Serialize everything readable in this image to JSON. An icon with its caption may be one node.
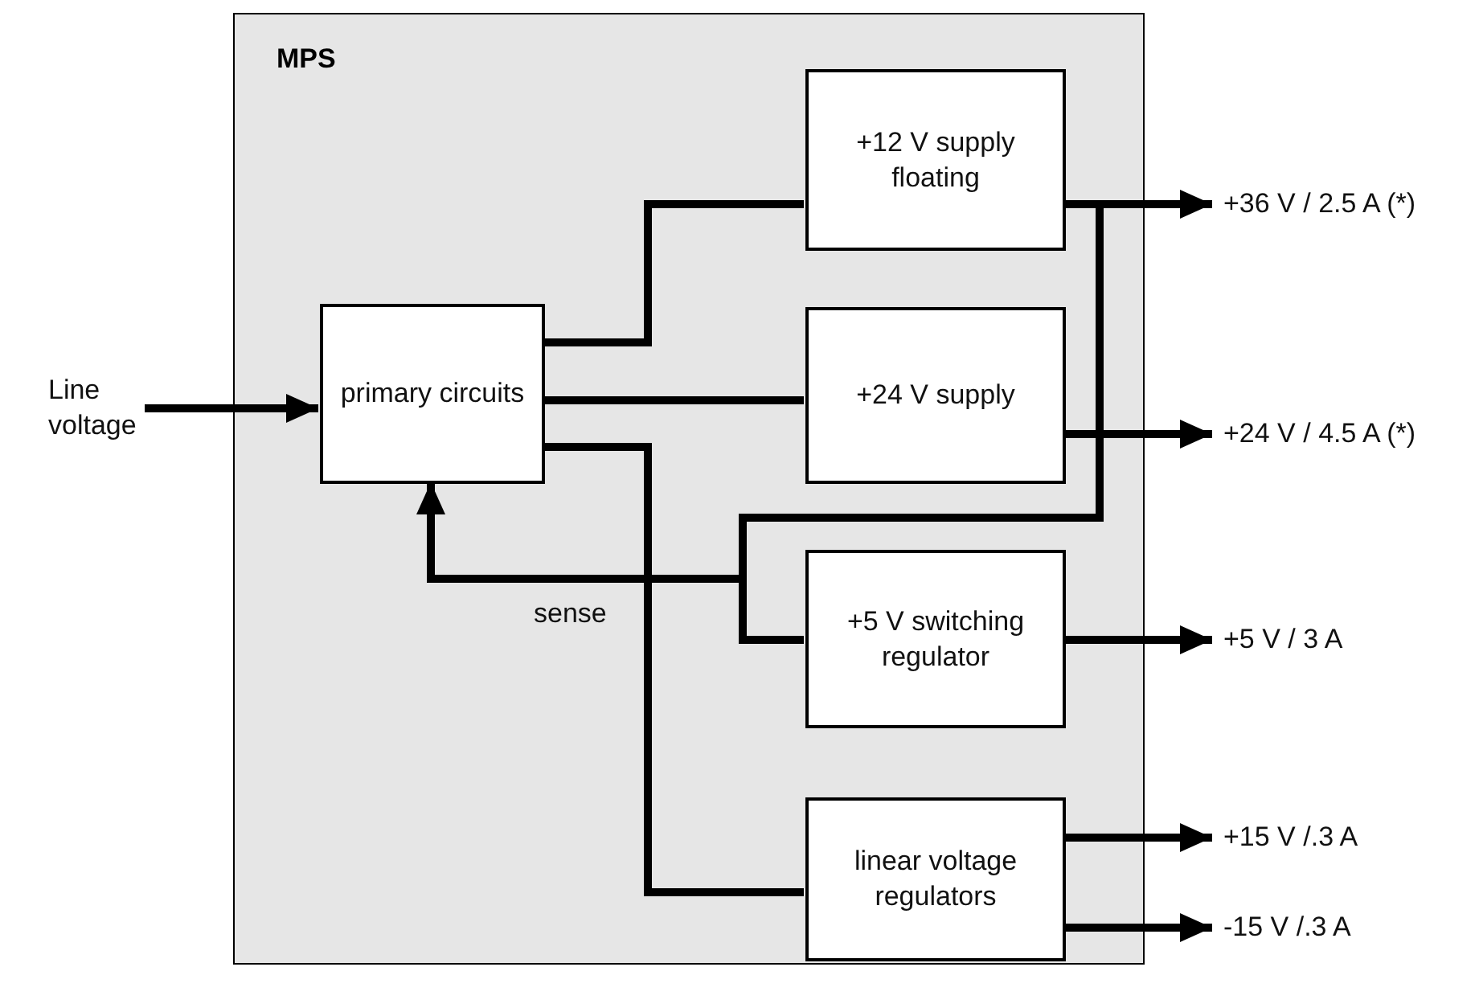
{
  "diagram": {
    "nodes": [
      {
        "text": [
          "MPS"
        ]
      },
      {
        "text": [
          "primary circuits"
        ],
        "in": 0
      },
      {
        "text": [
          "+12 V supply floating"
        ],
        "in": 0
      },
      {
        "text": [
          "+24 V supply"
        ],
        "in": 0
      },
      {
        "text": [
          "+5 V switching regulator"
        ],
        "in": 0
      },
      {
        "text": [
          "linear voltage regulators"
        ],
        "in": 0
      },
      {
        "text": [
          "Line voltage"
        ]
      },
      {
        "text": [
          "+36 V / 2.5 A (*)"
        ]
      },
      {
        "text": [
          "+24 V / 4.5 A (*)"
        ]
      },
      {
        "text": [
          "+5 V / 3 A"
        ]
      },
      {
        "text": [
          "+15 V /.3 A"
        ]
      },
      {
        "text": [
          "-15 V /.3 A"
        ]
      }
    ],
    "edges": [
      {
        "from": 6,
        "to": 1,
        "arrow": "to"
      },
      {
        "from": 1,
        "to": 2,
        "arrow": "none"
      },
      {
        "from": 1,
        "to": 3,
        "arrow": "none"
      },
      {
        "from": 1,
        "to": 5,
        "arrow": "none"
      },
      {
        "from": 2,
        "to": 4,
        "arrow": "none"
      },
      {
        "from": 2,
        "to": 1,
        "arrow": "to",
        "label": "sense"
      },
      {
        "from": 2,
        "to": 7,
        "arrow": "to"
      },
      {
        "from": 3,
        "to": 8,
        "arrow": "to"
      },
      {
        "from": 4,
        "to": 9,
        "arrow": "to"
      },
      {
        "from": 5,
        "to": 10,
        "arrow": "to"
      },
      {
        "from": 5,
        "to": 11,
        "arrow": "to"
      }
    ]
  }
}
